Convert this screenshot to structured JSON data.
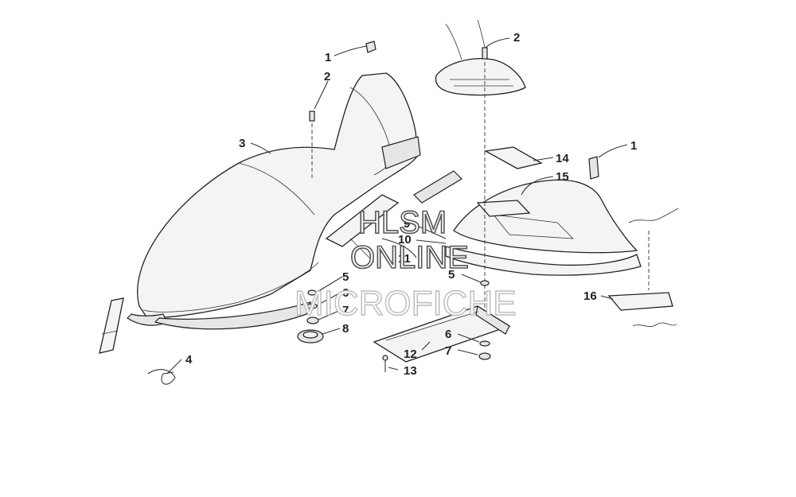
{
  "callouts": [
    {
      "id": "c1a",
      "label": "1"
    },
    {
      "id": "c2a",
      "label": "2"
    },
    {
      "id": "c3",
      "label": "3"
    },
    {
      "id": "c2b",
      "label": "2"
    },
    {
      "id": "c1b",
      "label": "1"
    },
    {
      "id": "c14",
      "label": "14"
    },
    {
      "id": "c15",
      "label": "15"
    },
    {
      "id": "c9",
      "label": "9"
    },
    {
      "id": "c10",
      "label": "10"
    },
    {
      "id": "c11",
      "label": "11"
    },
    {
      "id": "c5a",
      "label": "5"
    },
    {
      "id": "c6a",
      "label": "6"
    },
    {
      "id": "c7a",
      "label": "7"
    },
    {
      "id": "c8",
      "label": "8"
    },
    {
      "id": "c5b",
      "label": "5"
    },
    {
      "id": "c6b",
      "label": "6"
    },
    {
      "id": "c7b",
      "label": "7"
    },
    {
      "id": "c12",
      "label": "12"
    },
    {
      "id": "c13",
      "label": "13"
    },
    {
      "id": "c4",
      "label": "4"
    },
    {
      "id": "c16",
      "label": "16"
    }
  ],
  "watermark": {
    "line1": "HLSM",
    "line2": "ONLINE",
    "line3": "MICROFICHE"
  }
}
